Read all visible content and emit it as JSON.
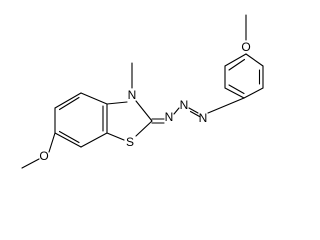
{
  "structure": {
    "atoms": [
      {
        "id": "o-ring-methoxy",
        "label": "O"
      },
      {
        "id": "n-azo-1",
        "label": "N"
      },
      {
        "id": "n-azo-2",
        "label": "N"
      },
      {
        "id": "n-azo-3",
        "label": "N"
      },
      {
        "id": "n-ring",
        "label": "N"
      },
      {
        "id": "s-ring",
        "label": "S"
      },
      {
        "id": "o-benzo-methoxy",
        "label": "O"
      }
    ],
    "colors": {
      "ink": "#000000",
      "background": "#ffffff"
    }
  }
}
